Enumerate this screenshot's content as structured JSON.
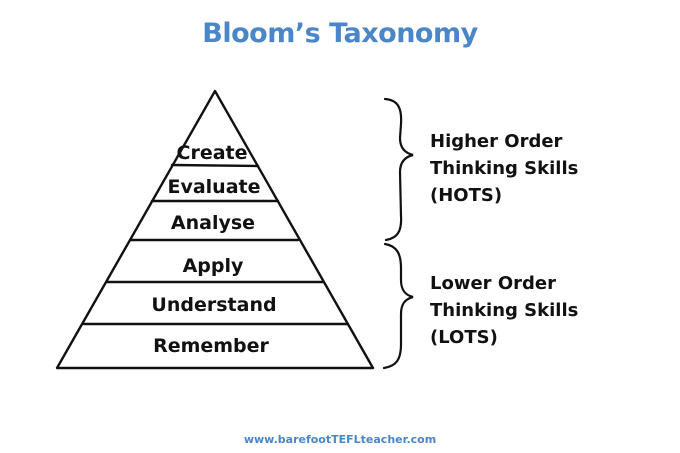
{
  "title": "Bloom’s Taxonomy",
  "accent_color": "#4a86c8",
  "pyramid": {
    "levels": [
      {
        "label": "Create"
      },
      {
        "label": "Evaluate"
      },
      {
        "label": "Analyse"
      },
      {
        "label": "Apply"
      },
      {
        "label": "Understand"
      },
      {
        "label": "Remember"
      }
    ]
  },
  "groups": {
    "hots": {
      "lines": [
        "Higher Order",
        "Thinking Skills",
        "(HOTS)"
      ]
    },
    "lots": {
      "lines": [
        "Lower Order",
        "Thinking Skills",
        "(LOTS)"
      ]
    }
  },
  "footer": "www.barefootTEFLteacher.com"
}
